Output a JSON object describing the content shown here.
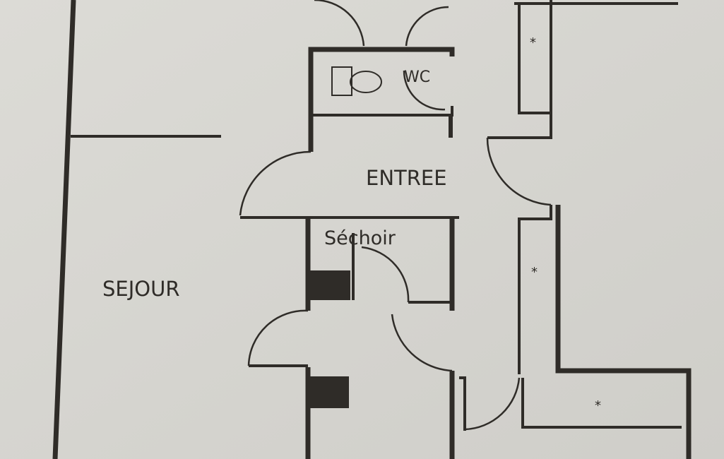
{
  "plan": {
    "rooms": {
      "wc": "WC",
      "entree": "ENTREE",
      "sechoir": "Séchoir",
      "sejour": "SEJOUR"
    },
    "closet_mark": "*"
  },
  "colors": {
    "paper": "#d8d7d2",
    "ink": "#2f2c28"
  }
}
